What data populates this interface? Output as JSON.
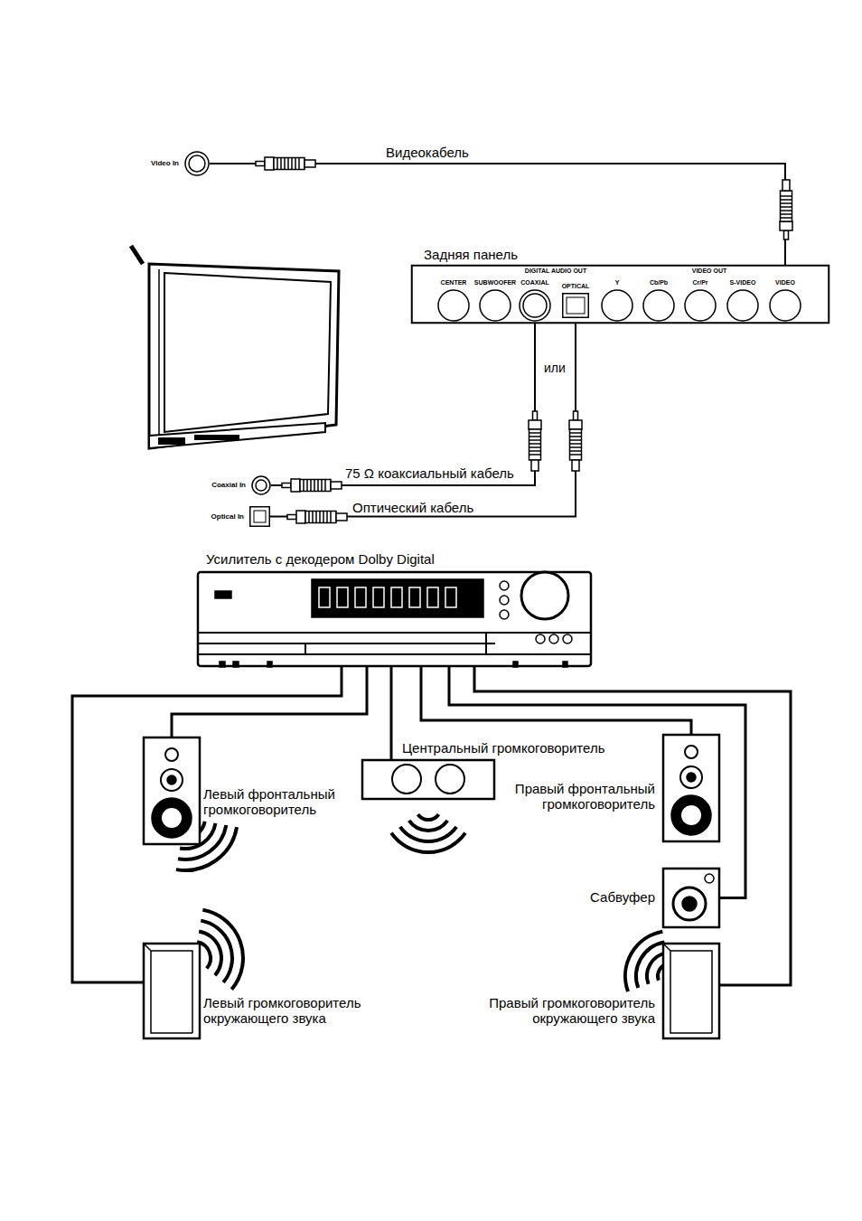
{
  "diagram": {
    "nodes": [
      {
        "text": [
          "Video In"
        ]
      },
      {
        "text": [
          "Задняя панель"
        ]
      },
      {
        "text": [
          "CENTER"
        ],
        "in": 1
      },
      {
        "text": [
          "SUBWOOFER"
        ],
        "in": 1
      },
      {
        "text": [
          "COAXIAL"
        ],
        "in": 1
      },
      {
        "text": [
          "OPTICAL"
        ],
        "in": 1
      },
      {
        "text": [
          "Y"
        ],
        "in": 1
      },
      {
        "text": [
          "Cb/Pb"
        ],
        "in": 1
      },
      {
        "text": [
          "Cr/Pr"
        ],
        "in": 1
      },
      {
        "text": [
          "S-VIDEO"
        ],
        "in": 1
      },
      {
        "text": [
          "VIDEO"
        ],
        "in": 1
      },
      {
        "text": [
          "Coaxial In"
        ]
      },
      {
        "text": [
          "Optical In"
        ]
      },
      {
        "text": [
          "Усилитель с декодером Dolby Digital"
        ]
      },
      {
        "text": [
          "Левый фронтальный громкоговоритель"
        ]
      },
      {
        "text": [
          "Центральный громкоговоритель"
        ]
      },
      {
        "text": [
          "Правый фронтальный громкоговоритель"
        ]
      },
      {
        "text": [
          "Сабвуфер"
        ]
      },
      {
        "text": [
          "Левый громкоговоритель окружающего звука"
        ]
      },
      {
        "text": [
          "Правый громкоговоритель окружающего звука"
        ]
      }
    ],
    "edges": [
      {
        "from": 0,
        "to": 10,
        "label": "Видеокабель",
        "arrow": "none"
      },
      {
        "from": 4,
        "to": 11,
        "label": "75 Ω коаксиальный кабель",
        "arrow": "none"
      },
      {
        "from": 5,
        "to": 12,
        "label": "Оптический кабель",
        "arrow": "none"
      },
      {
        "from": 13,
        "to": 14,
        "arrow": "none"
      },
      {
        "from": 13,
        "to": 15,
        "arrow": "none"
      },
      {
        "from": 13,
        "to": 16,
        "arrow": "none"
      },
      {
        "from": 13,
        "to": 17,
        "arrow": "none"
      },
      {
        "from": 13,
        "to": 18,
        "arrow": "none"
      },
      {
        "from": 13,
        "to": 19,
        "arrow": "none"
      }
    ],
    "labels": [
      "DIGITAL AUDIO OUT",
      "VIDEO OUT",
      "или"
    ]
  }
}
